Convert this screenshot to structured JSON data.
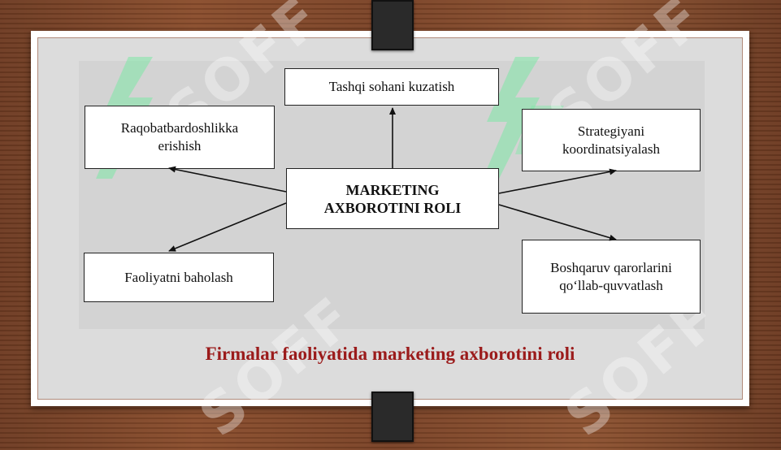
{
  "diagram": {
    "center": "MARKETING\nAXBOROTINI ROLI",
    "nodes": {
      "top": "Tashqi sohani kuzatish",
      "left_top": "Raqobatbardoshlikka\nerishish",
      "right_top": "Strategiyani\nkoordinatsiyalash",
      "left_bottom": "Faoliyatni baholash",
      "right_bottom": "Boshqaruv qarorlarini\nqo‘llab-quvvatlash"
    }
  },
  "caption": "Firmalar faoliyatida marketing axborotini roli",
  "watermark_text": "SOFF",
  "colors": {
    "caption": "#9b1b1b",
    "watermark_logo": "#7ee8a6",
    "wood": "#7a4226"
  }
}
